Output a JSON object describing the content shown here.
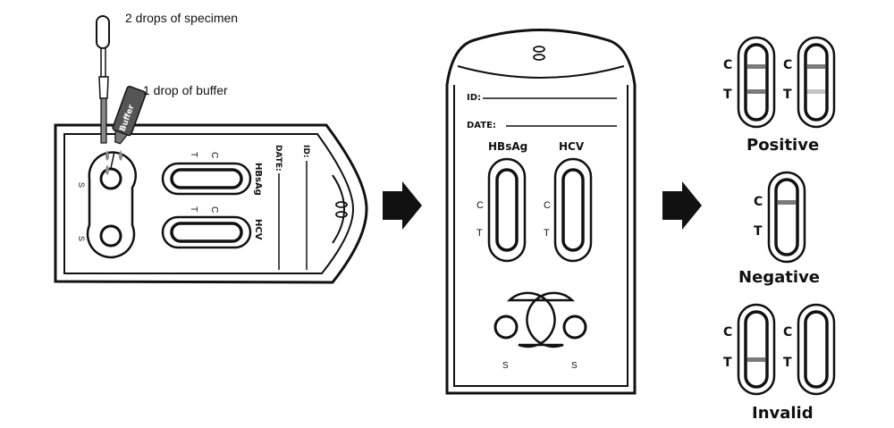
{
  "step1": {
    "specimen_label": "2 drops of specimen",
    "buffer_label": "1 drop of buffer",
    "buffer_bottle_text": "Buffer",
    "cassette": {
      "id_label": "ID:",
      "date_label": "DATE:",
      "test1_name": "HBsAg",
      "test2_name": "HCV",
      "c_label": "C",
      "t_label": "T",
      "s_label": "S"
    }
  },
  "step2": {
    "id_label": "ID:",
    "date_label": "DATE:",
    "test1_name": "HBsAg",
    "test2_name": "HCV",
    "c_label": "C",
    "t_label": "T",
    "s_label": "S"
  },
  "results": {
    "c_label": "C",
    "t_label": "T",
    "positive_label": "Positive",
    "negative_label": "Negative",
    "invalid_label": "Invalid"
  },
  "colors": {
    "outline": "#111111",
    "line_dark": "#7a7a7a",
    "line_light": "#c4c4c4",
    "drop": "#8c8c8c",
    "arrow": "#111111"
  }
}
